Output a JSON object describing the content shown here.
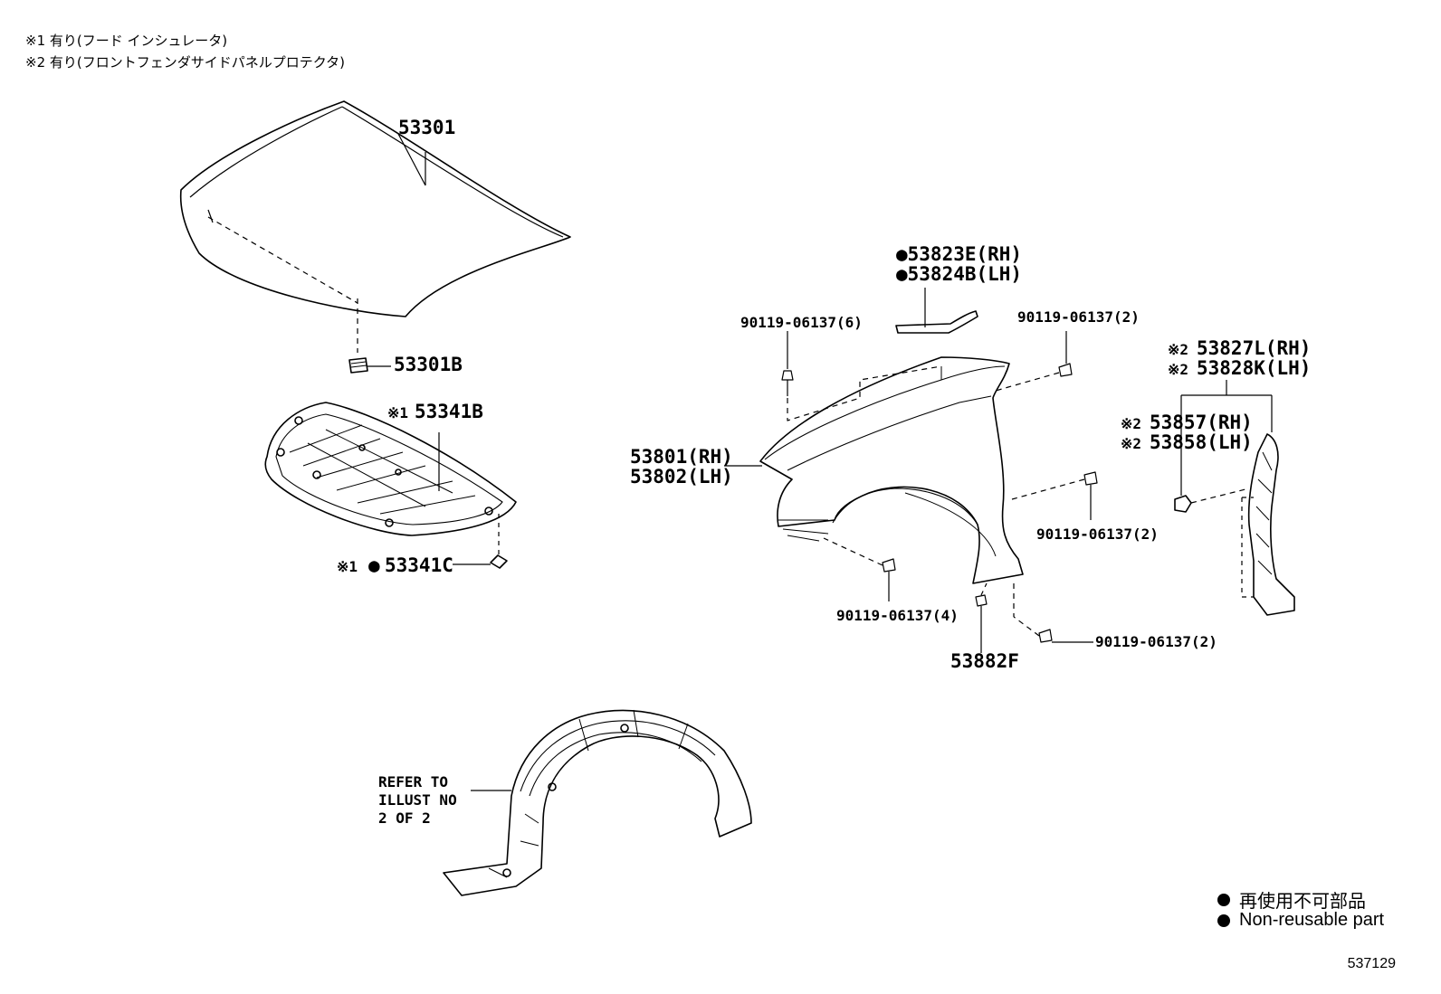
{
  "notes": [
    "※1 有り(フード インシュレータ)",
    "※2 有り(フロントフェンダサイドパネルプロテクタ)"
  ],
  "parts": {
    "hood": "53301",
    "hood_cushion": "53301B",
    "hood_insulator_mark": "※1",
    "hood_insulator": "53341B",
    "insulator_clip_mark": "※1",
    "insulator_clip_dot": "●",
    "insulator_clip": "53341C",
    "fender_seal_rh": "●53823E(RH)",
    "fender_seal_lh": "●53824B(LH)",
    "bolt_6": "90119-06137(6)",
    "bolt_2_top": "90119-06137(2)",
    "fender_rh": "53801(RH)",
    "fender_lh": "53802(LH)",
    "bolt_2_mid": "90119-06137(2)",
    "bolt_4": "90119-06137(4)",
    "fender_bracket": "53882F",
    "bolt_2_bottom": "90119-06137(2)",
    "protector_rh_mark": "※2",
    "protector_rh": "53827L(RH)",
    "protector_lh_mark": "※2",
    "protector_lh": "53828K(LH)",
    "clip_rh_mark": "※2",
    "clip_rh": "53857(RH)",
    "clip_lh_mark": "※2",
    "clip_lh": "53858(LH)"
  },
  "reference": [
    "REFER TO",
    "ILLUST NO",
    "2 OF 2"
  ],
  "legend": [
    "再使用不可部品",
    "Non-reusable part"
  ],
  "illustration_number": "537129"
}
